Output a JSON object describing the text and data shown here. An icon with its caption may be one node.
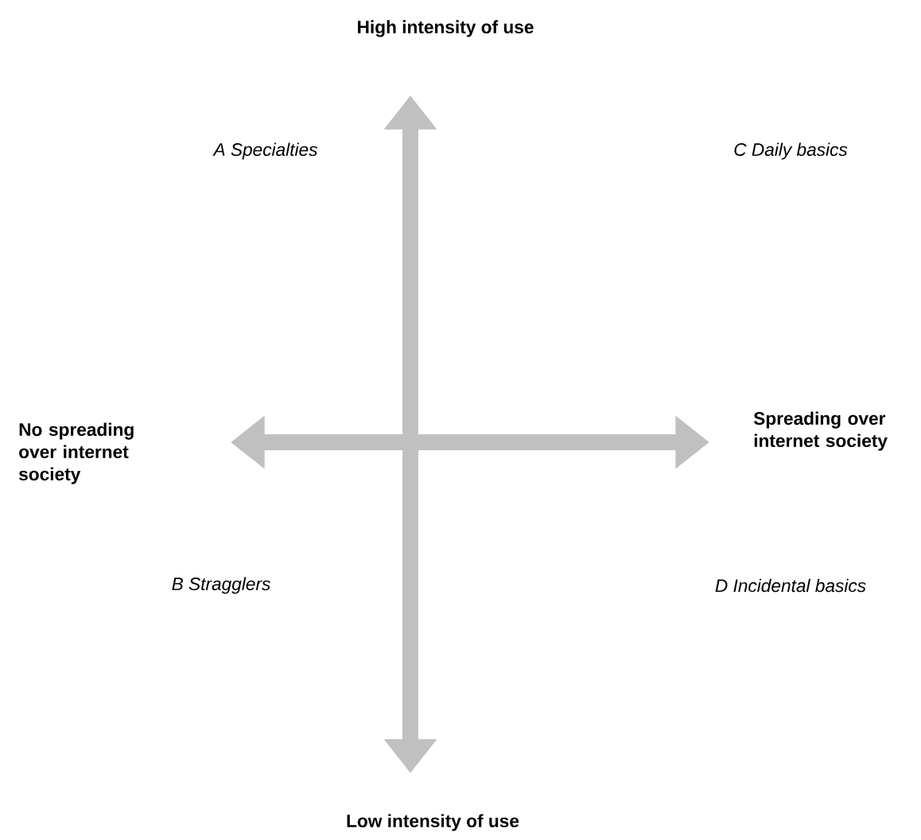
{
  "diagram": {
    "labels": [
      "High intensity of use",
      "A Specialties",
      "C Daily basics",
      "No spreading over internet society",
      "Spreading over internet society",
      "B Stragglers",
      "D Incidental basics",
      "Low intensity of use"
    ]
  }
}
